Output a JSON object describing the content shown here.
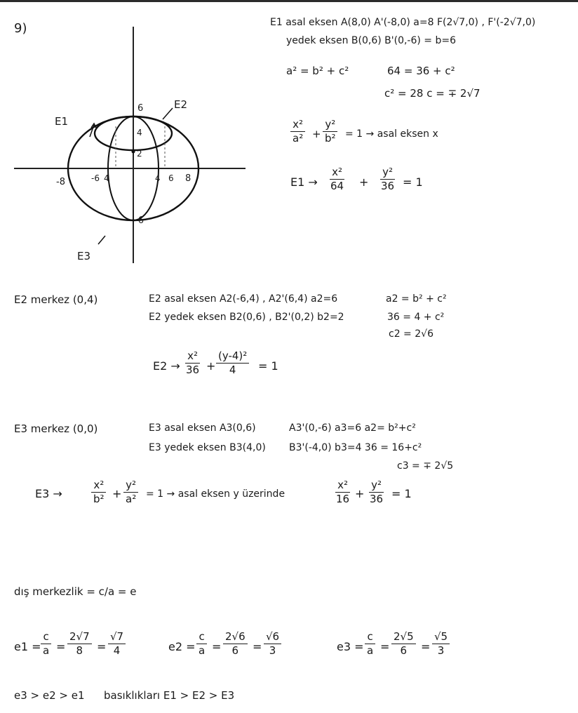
{
  "problem_number": "9)",
  "graph": {
    "curve_labels": {
      "e1": "E1",
      "e2": "E2",
      "e3": "E3"
    },
    "tick_labels": {
      "y_top": "6",
      "y_4": "4",
      "y_2": "2",
      "y_bottom": "-6",
      "x_neg8": "-8",
      "x_neg6": "-6",
      "x_neg4": "4",
      "x_pos4": "4",
      "x_pos6": "6",
      "x_pos8": "8"
    }
  },
  "e1_block": {
    "line1": "E1 asal eksen A(8,0) A'(-8,0) a=8   F(2√7,0) , F'(-2√7,0)",
    "line2": "yedek eksen B(0,6) B'(0,-6) = b=6",
    "line3a": "a² = b² + c²",
    "line3b": "64 = 36 + c²",
    "line4": "c² = 28   c = ∓ 2√7",
    "rule_num1": "x²",
    "rule_den1": "a²",
    "rule_plus": "+",
    "rule_num2": "y²",
    "rule_den2": "b²",
    "rule_tail": "= 1  → asal eksen x",
    "eq_label": "E1 →",
    "eq_num1": "x²",
    "eq_den1": "64",
    "eq_plus": "+",
    "eq_num2": "y²",
    "eq_den2": "36",
    "eq_tail": "= 1"
  },
  "e2_block": {
    "center": "E2 merkez (0,4)",
    "asal": "E2 asal eksen A2(-6,4) , A2'(6,4) a2=6",
    "yedek": "E2 yedek eksen B2(0,6) , B2'(0,2) b2=2",
    "calc1": "a2 = b² + c²",
    "calc2": "36 = 4 + c²",
    "calc3": "c2 = 2√6",
    "eq_label": "E2 →",
    "eq_num1": "x²",
    "eq_den1": "36",
    "eq_plus": "+",
    "eq_num2": "(y-4)²",
    "eq_den2": "4",
    "eq_tail": "= 1"
  },
  "e3_block": {
    "center": "E3 merkez (0,0)",
    "asal": "E3 asal eksen A3(0,6)",
    "asal_prime": "A3'(0,-6) a3=6   a2= b²+c²",
    "yedek": "E3 yedek eksen B3(4,0)",
    "yedek_prime": "B3'(-4,0) b3=4  36 = 16+c²",
    "c_value": "c3 = ∓ 2√5",
    "eq_label": "E3 →",
    "eq_num1": "x²",
    "eq_den1": "b²",
    "eq_plus": "+",
    "eq_num2": "y²",
    "eq_den2": "a²",
    "eq_mid": "= 1  → asal eksen y üzerinde",
    "eq2_num1": "x²",
    "eq2_den1": "16",
    "eq2_plus": "+",
    "eq2_num2": "y²",
    "eq2_den2": "36",
    "eq2_tail": "= 1"
  },
  "eccentricity": {
    "definition": "dış merkezlik = c/a = e",
    "e1": {
      "label": "e1 =",
      "n1": "c",
      "d1": "a",
      "n2": "2√7",
      "d2": "8",
      "n3": "√7",
      "d3": "4"
    },
    "e2": {
      "label": "e2 =",
      "n1": "c",
      "d1": "a",
      "n2": "2√6",
      "d2": "6",
      "n3": "√6",
      "d3": "3"
    },
    "e3": {
      "label": "e3 =",
      "n1": "c",
      "d1": "a",
      "n2": "2√5",
      "d2": "6",
      "n3": "√5",
      "d3": "3"
    },
    "conclusion_a": "e3 > e2 > e1",
    "conclusion_b": "basıklıkları E1 > E2 > E3"
  },
  "colors": {
    "ink": "#1b1b1b",
    "paper": "#ffffff"
  }
}
